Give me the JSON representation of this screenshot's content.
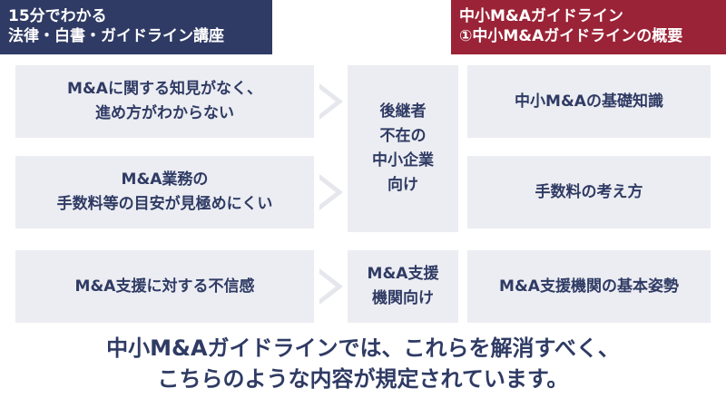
{
  "header_left": {
    "line1": "15分でわかる",
    "line2": "法律・白書・ガイドライン講座"
  },
  "header_right": {
    "line1": "中小M&Aガイドライン",
    "line2": "①中小M&Aガイドラインの概要"
  },
  "problems": [
    {
      "line1": "M&Aに関する知見がなく、",
      "line2": "進め方がわからない"
    },
    {
      "line1": "M&A業務の",
      "line2": "手数料等の目安が見極めにくい"
    },
    {
      "line1": "M&A支援に対する不信感"
    }
  ],
  "targets": {
    "successor": {
      "line1": "後継者",
      "line2": "不在の",
      "line3": "中小企業",
      "line4": "向け"
    },
    "support": {
      "line1": "M&A支援",
      "line2": "機関向け"
    }
  },
  "contents": [
    {
      "label": "中小M&Aの基礎知識"
    },
    {
      "label": "手数料の考え方"
    },
    {
      "label": "M&A支援機関の基本姿勢"
    }
  ],
  "footer": {
    "line1": "中小M&Aガイドラインでは、これらを解消すべく、",
    "line2": "こちらのような内容が規定されています。"
  },
  "colors": {
    "navy": "#2f3b64",
    "red": "#9b2337",
    "box": "#ecedf2",
    "arrow": "#e6e7ed"
  },
  "icons": [
    "chevron-right-icon"
  ]
}
